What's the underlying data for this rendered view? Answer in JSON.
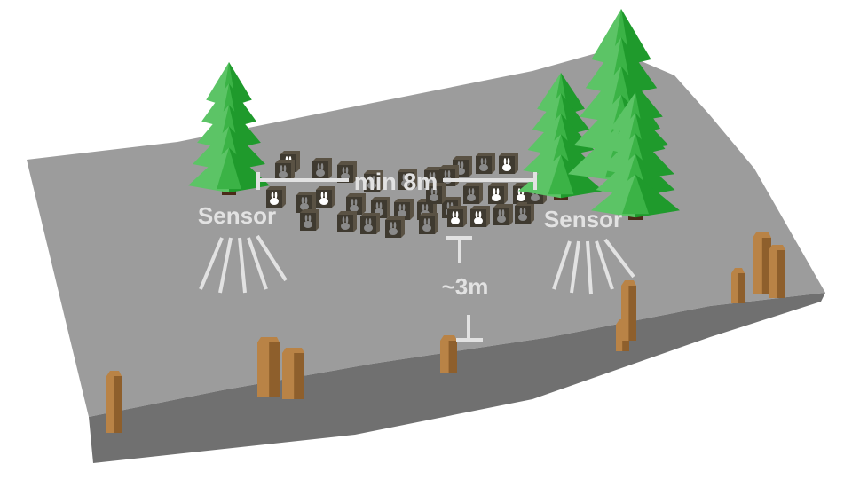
{
  "labels": {
    "sensor_left": "Sensor",
    "sensor_right": "Sensor",
    "min_distance": "min 8m",
    "spacing": "~3m"
  },
  "colors": {
    "ground_top": "#9c9c9c",
    "ground_side": "#6f6f6f",
    "tree_green": "#2fae3a",
    "tree_light": "#63c46a",
    "trunk": "#4a2a18",
    "post": "#b07a3e",
    "box": "#4a4438",
    "annotation": "#e2e2e2"
  }
}
